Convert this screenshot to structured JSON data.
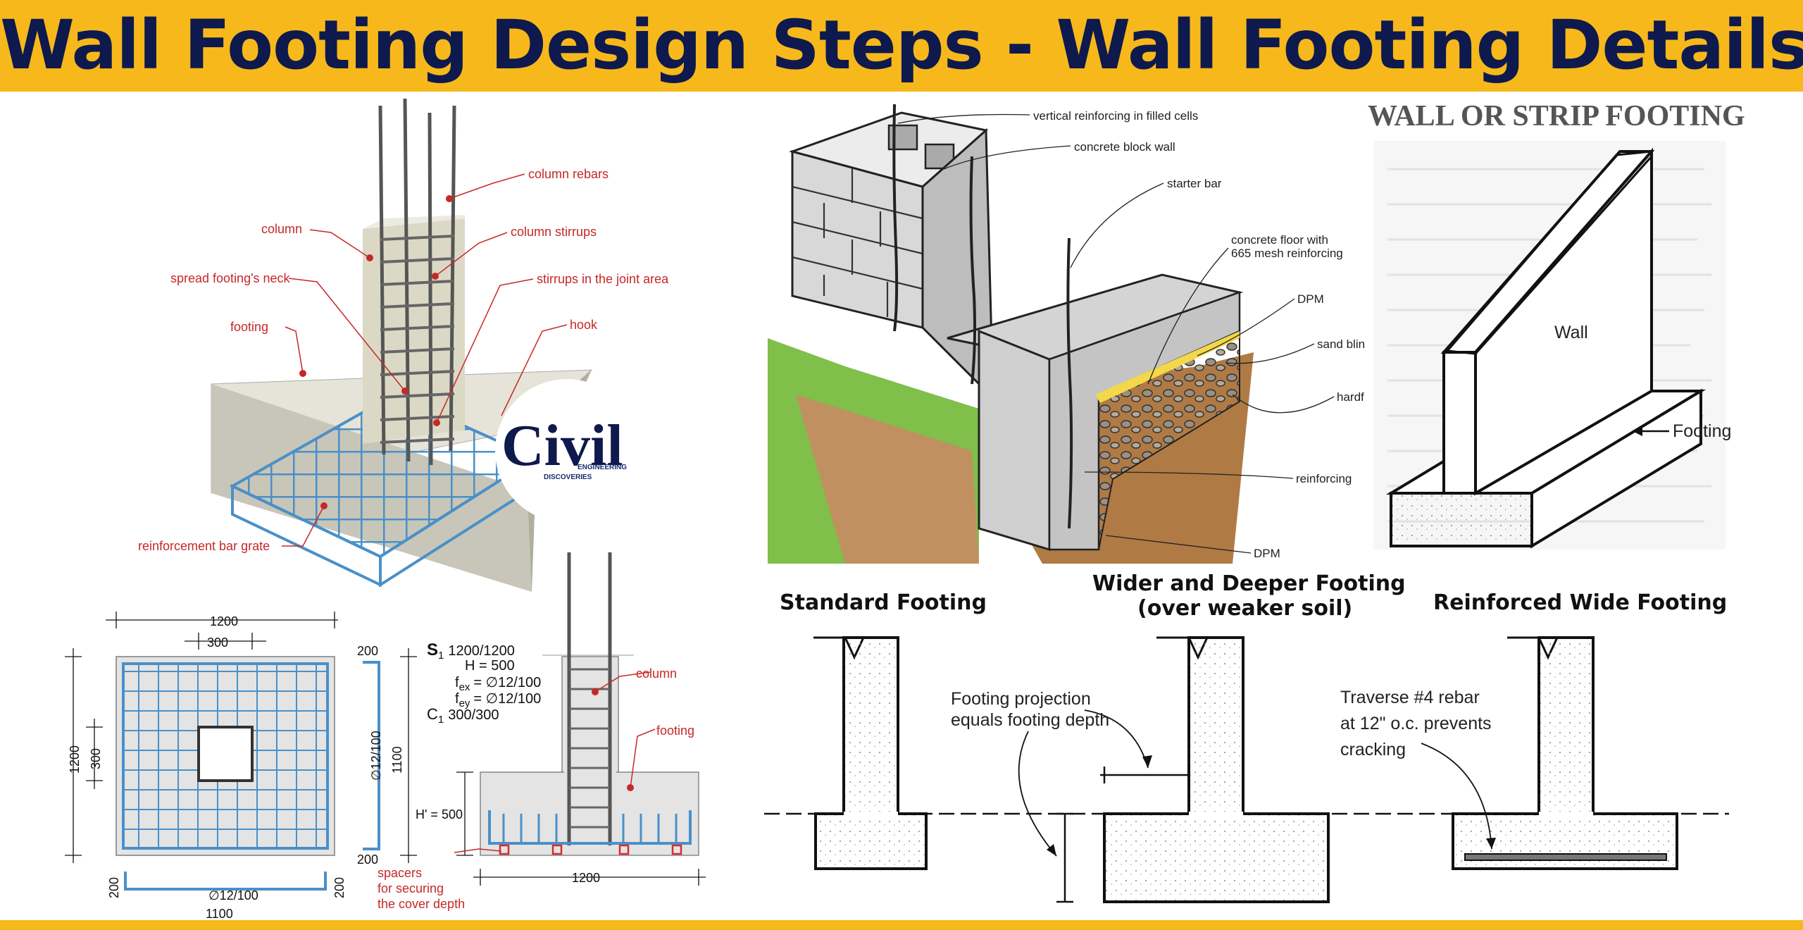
{
  "title": "Wall Footing Design Steps - Wall Footing Details",
  "logo": {
    "main": "Civil",
    "line1": "ENGINEERING",
    "line2": "DISCOVERIES"
  },
  "iso_labels": {
    "column_rebars": "column rebars",
    "column": "column",
    "column_stirrups": "column stirrups",
    "spread_neck": "spread footing's neck",
    "stirrups_joint": "stirrups in the joint area",
    "footing": "footing",
    "hook": "hook",
    "rebar_grate": "reinforcement bar grate"
  },
  "plan": {
    "dim_1200_top": "1200",
    "dim_300_top": "300",
    "dim_1200_left": "1200",
    "dim_300_left": "300",
    "dim_200_top": "200",
    "dim_bar_side": "∅12/100",
    "dim_1100_side": "1100",
    "dim_200_bottom": "200",
    "dim_200_left_btm": "200",
    "dim_200_right_btm": "200",
    "dim_bar_bottom": "∅12/100",
    "dim_1100_bottom": "1100"
  },
  "spec": {
    "s1": "S",
    "s1_sub": "1",
    "s1_val": "1200/1200",
    "h": "H = 500",
    "fex_f": "f",
    "fex_sub": "ex",
    "fex_val": "= ∅12/100",
    "fey_f": "f",
    "fey_sub": "ey",
    "fey_val": "= ∅12/100",
    "c1": "C",
    "c1_sub": "1",
    "c1_val": "300/300"
  },
  "section": {
    "column": "column",
    "footing": "footing",
    "h_prime": "H' = 500",
    "spacers_1": "spacers",
    "spacers_2": "for securing",
    "spacers_3": "the cover depth",
    "width": "1200"
  },
  "wall_labels": {
    "vert_reinf": "vertical reinforcing in filled cells",
    "block_wall": "concrete block wall",
    "starter_bar": "starter bar",
    "floor_1": "concrete floor with",
    "floor_2": "665 mesh reinforcing",
    "dpm_1": "DPM",
    "sand": "sand blin",
    "hardf": "hardf",
    "reinforcing": "reinforcing",
    "dpm_2": "DPM"
  },
  "strip": {
    "title": "WALL OR STRIP FOOTING",
    "wall": "Wall",
    "footing": "Footing"
  },
  "types": {
    "standard": "Standard Footing",
    "wider_1": "Wider and Deeper Footing",
    "wider_2": "(over weaker soil)",
    "reinforced": "Reinforced Wide Footing",
    "proj_1": "Footing projection",
    "proj_2": "equals footing depth",
    "trav_1": "Traverse #4 rebar",
    "trav_2": "at 12\" o.c. prevents",
    "trav_3": "cracking"
  },
  "colors": {
    "banner": "#f7b81b",
    "title": "#0e1a4d",
    "rebar": "#4a90c8",
    "label_red": "#c62828"
  }
}
